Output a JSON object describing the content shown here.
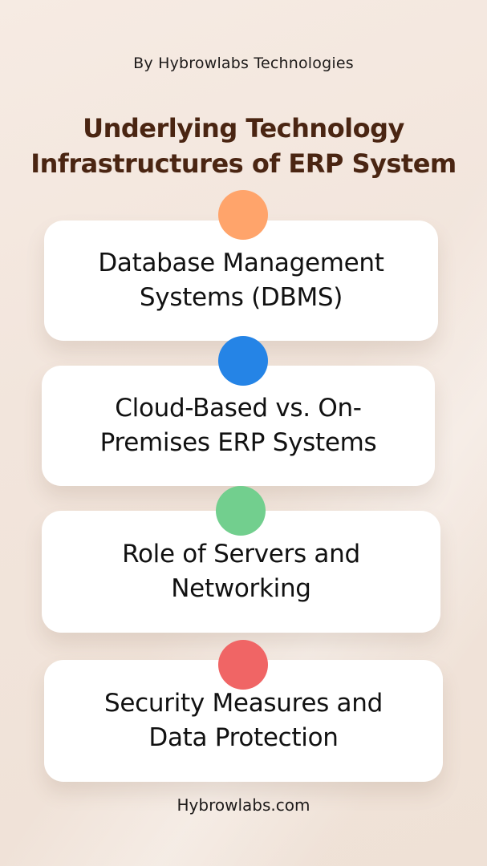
{
  "byline": "By Hybrowlabs Technologies",
  "title_line1": "Underlying Technology",
  "title_line2": "Infrastructures of ERP System",
  "cards": [
    {
      "line1": "Database Management",
      "line2": "Systems (DBMS)",
      "dot_color": "#ffa46b"
    },
    {
      "line1": "Cloud-Based vs. On-",
      "line2": "Premises ERP Systems",
      "dot_color": "#2584e6"
    },
    {
      "line1": "Role of Servers and",
      "line2": "Networking",
      "dot_color": "#72cf8e"
    },
    {
      "line1": "Security Measures and",
      "line2": "Data Protection",
      "dot_color": "#f06565"
    }
  ],
  "footer": "Hybrowlabs.com",
  "colors": {
    "title": "#4a2512",
    "card_bg": "#ffffff",
    "background": "#f3e6dd"
  }
}
